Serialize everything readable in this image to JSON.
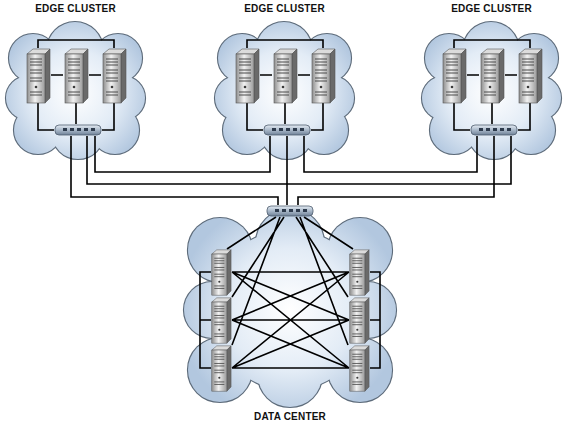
{
  "diagram": {
    "nodes": [
      {
        "text": [
          "EDGE CLUSTER"
        ]
      },
      {
        "text": [
          "EDGE CLUSTER"
        ]
      },
      {
        "text": [
          "EDGE CLUSTER"
        ]
      },
      {
        "text": [
          "DATA CENTER"
        ]
      }
    ],
    "edges": [
      {
        "from": 0,
        "to": 1,
        "arrow": "none"
      },
      {
        "from": 0,
        "to": 2,
        "arrow": "none"
      },
      {
        "from": 1,
        "to": 2,
        "arrow": "none"
      },
      {
        "from": 0,
        "to": 3,
        "arrow": "none"
      },
      {
        "from": 1,
        "to": 3,
        "arrow": "none"
      },
      {
        "from": 2,
        "to": 3,
        "arrow": "none"
      }
    ]
  }
}
